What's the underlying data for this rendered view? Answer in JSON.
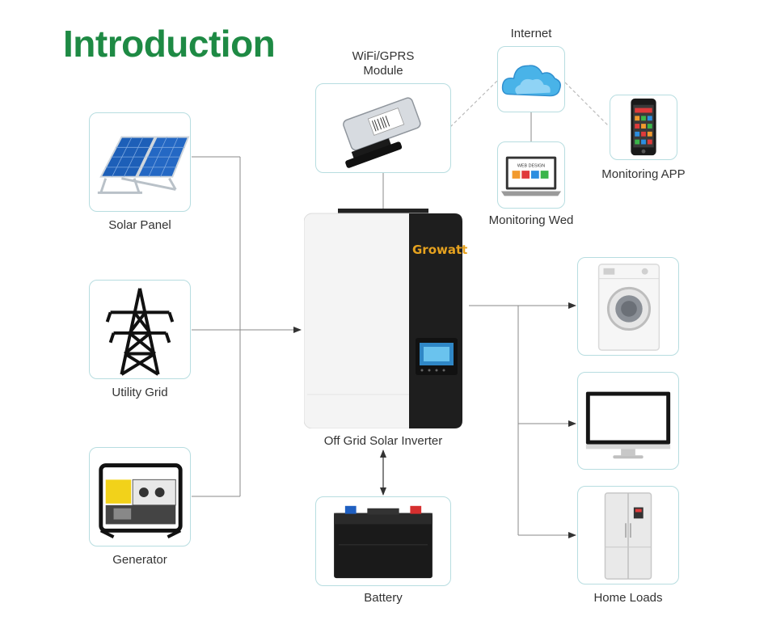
{
  "title": "Introduction",
  "nodes": {
    "solar_panel": "Solar Panel",
    "utility_grid": "Utility Grid",
    "generator": "Generator",
    "wifi_module": "WiFi/GPRS\nModule",
    "internet": "Internet",
    "monitoring_app": "Monitoring APP",
    "monitoring_web": "Monitoring Wed",
    "inverter": "Off Grid Solar Inverter",
    "battery": "Battery",
    "home_loads": "Home Loads"
  },
  "inverter_brand": "Growatt",
  "laptop_screen_text": "WEB DESIGN",
  "colors": {
    "title_green": "#1e8a44",
    "card_border": "#b7dde0",
    "line": "#8a8a8a",
    "dashed_line": "#bbbbbb"
  }
}
